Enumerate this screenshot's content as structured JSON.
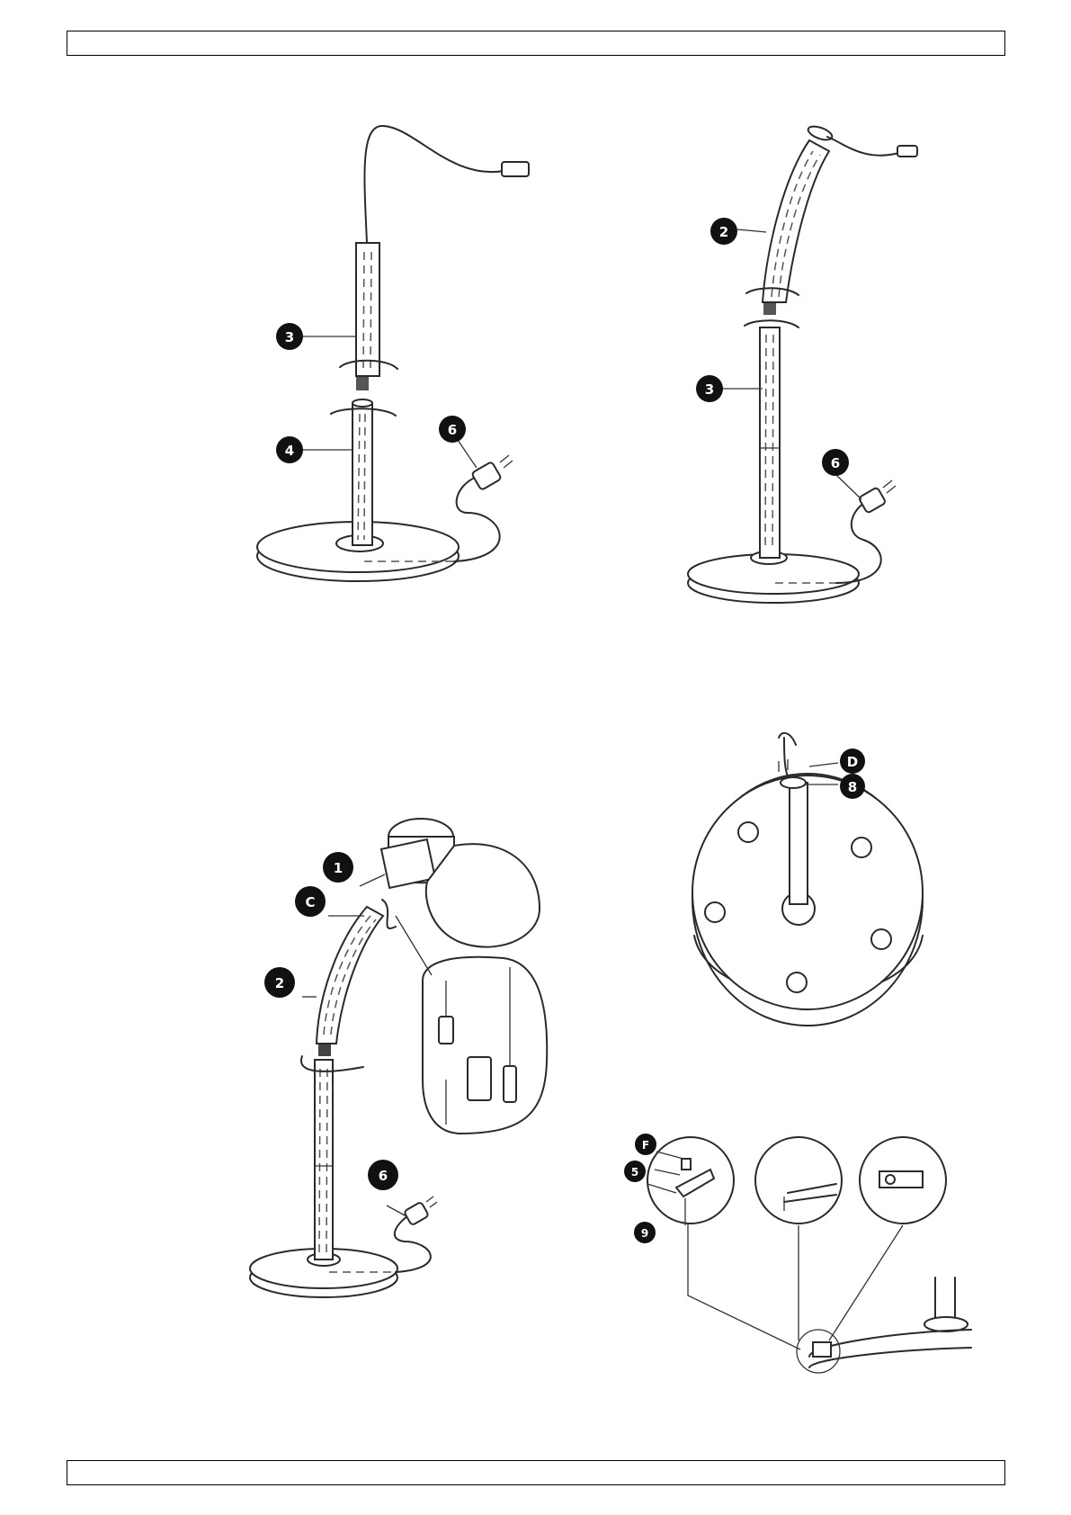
{
  "header": {
    "text": ""
  },
  "footer": {
    "text": ""
  },
  "figures": [
    {
      "id": "fig-1",
      "callouts": [
        "3",
        "4",
        "6"
      ]
    },
    {
      "id": "fig-2",
      "callouts": [
        "2",
        "3",
        "6"
      ]
    },
    {
      "id": "fig-3",
      "callouts": [
        "1",
        "C",
        "2",
        "6"
      ]
    },
    {
      "id": "fig-4",
      "callouts": [
        "D",
        "8"
      ]
    },
    {
      "id": "fig-5",
      "callouts": [
        "F",
        "5",
        "9"
      ]
    }
  ],
  "callout_labels": {
    "c1": "1",
    "c2": "2",
    "c3": "3",
    "c4": "4",
    "c5": "5",
    "c6": "6",
    "c8": "8",
    "c9": "9",
    "cC": "C",
    "cD": "D",
    "cF": "F"
  }
}
